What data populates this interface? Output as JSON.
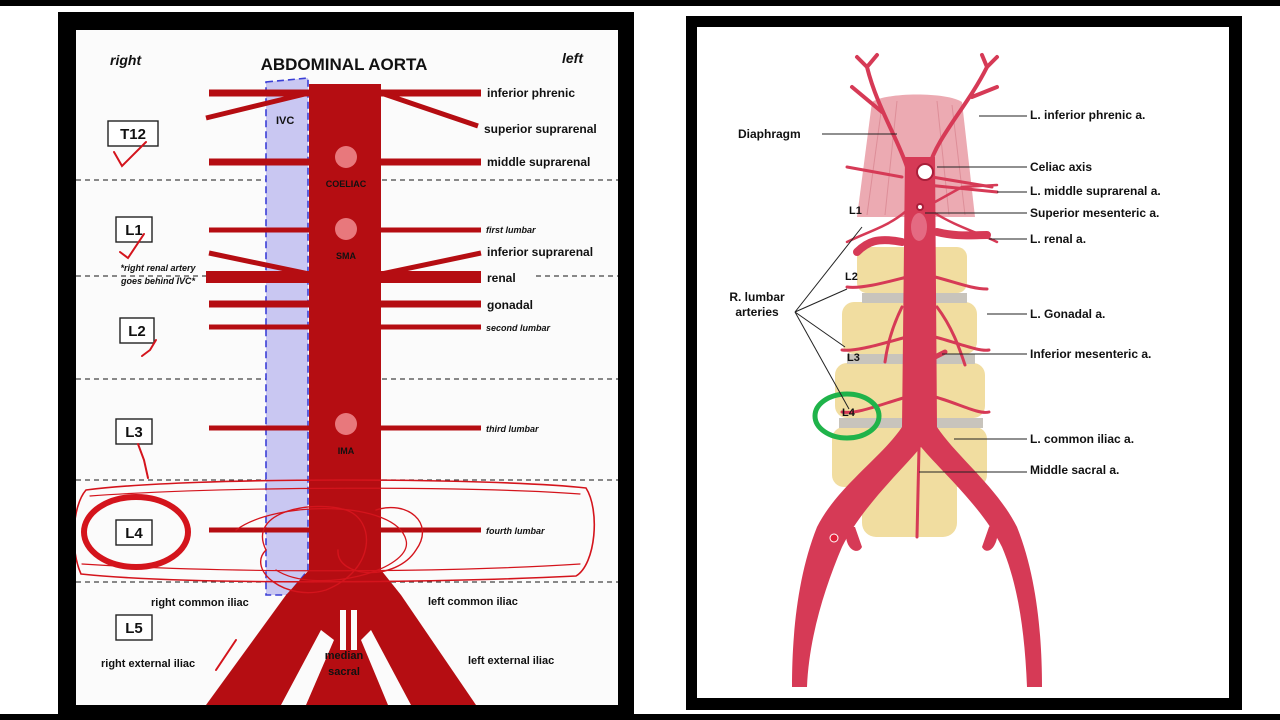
{
  "left_panel": {
    "title": "ABDOMINAL AORTA",
    "side_right": "right",
    "side_left": "left",
    "ivc_label": "IVC",
    "trunk_labels": [
      "COELIAC",
      "SMA",
      "IMA"
    ],
    "vertebrae": [
      "T12",
      "L1",
      "L2",
      "L3",
      "L4",
      "L5"
    ],
    "note": [
      "*right renal artery",
      "goes behind IVC*"
    ],
    "branches": [
      "inferior phrenic",
      "superior suprarenal",
      "middle suprarenal",
      "first lumbar",
      "inferior suprarenal",
      "renal",
      "gonadal",
      "second lumbar",
      "third lumbar",
      "fourth lumbar"
    ],
    "bottom": {
      "right_common_iliac": "right common iliac",
      "left_common_iliac": "left common iliac",
      "median_sacral": [
        "median",
        "sacral"
      ],
      "right_external_iliac": "right external iliac",
      "left_external_iliac": "left external iliac"
    },
    "colors": {
      "artery": "#b50d12",
      "ivc_fill": "#c9c7f2",
      "ivc_border": "#3b3fd6",
      "annotation": "#d4141c"
    }
  },
  "right_panel": {
    "left_labels": [
      "Diaphragm",
      "R. lumbar",
      "arteries"
    ],
    "vertebra_labels": [
      "L1",
      "L2",
      "L3",
      "L4"
    ],
    "right_labels": [
      "L. inferior phrenic a.",
      "Celiac axis",
      "L. middle suprarenal a.",
      "Superior mesenteric a.",
      "L. renal a.",
      "L. Gonadal a.",
      "Inferior mesenteric a.",
      "L. common iliac a.",
      "Middle sacral a."
    ],
    "colors": {
      "artery": "#d63a56",
      "highlight": "#1fb34a",
      "spine": "#f1dda0"
    }
  }
}
